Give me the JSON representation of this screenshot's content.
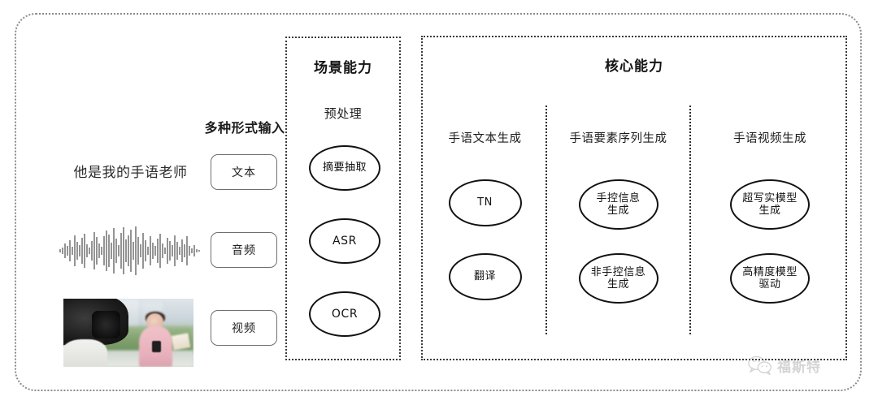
{
  "diagram": {
    "title_hidden": "",
    "input_section": {
      "heading": "多种形式输入",
      "sample_text": "他是我的手语老师",
      "modalities": [
        {
          "label": "文本",
          "icon": "text-icon"
        },
        {
          "label": "音频",
          "icon": "waveform-icon"
        },
        {
          "label": "视频",
          "icon": "video-thumbnail-icon"
        }
      ]
    },
    "scene_panel": {
      "title": "场景能力",
      "subtitle": "预处理",
      "nodes": [
        "摘要抽取",
        "ASR",
        "OCR"
      ]
    },
    "core_panel": {
      "title": "核心能力",
      "columns": [
        {
          "header": "手语文本生成",
          "nodes": [
            {
              "line1": "TN",
              "line2": ""
            },
            {
              "line1": "翻译",
              "line2": ""
            }
          ]
        },
        {
          "header": "手语要素序列生成",
          "nodes": [
            {
              "line1": "手控信息",
              "line2": "生成"
            },
            {
              "line1": "非手控信息",
              "line2": "生成"
            }
          ]
        },
        {
          "header": "手语视频生成",
          "nodes": [
            {
              "line1": "超写实模型",
              "line2": "生成"
            },
            {
              "line1": "高精度模型",
              "line2": "驱动"
            }
          ]
        }
      ]
    },
    "watermark": {
      "text": "福斯特",
      "icon": "wechat-icon"
    },
    "colors": {
      "ink": "#111111",
      "frame_dotted": "#8a8a8a",
      "panel_dotted": "#3a3a3a",
      "pill_border": "#6f6f6f",
      "watermark": "#9a9a9a"
    }
  }
}
